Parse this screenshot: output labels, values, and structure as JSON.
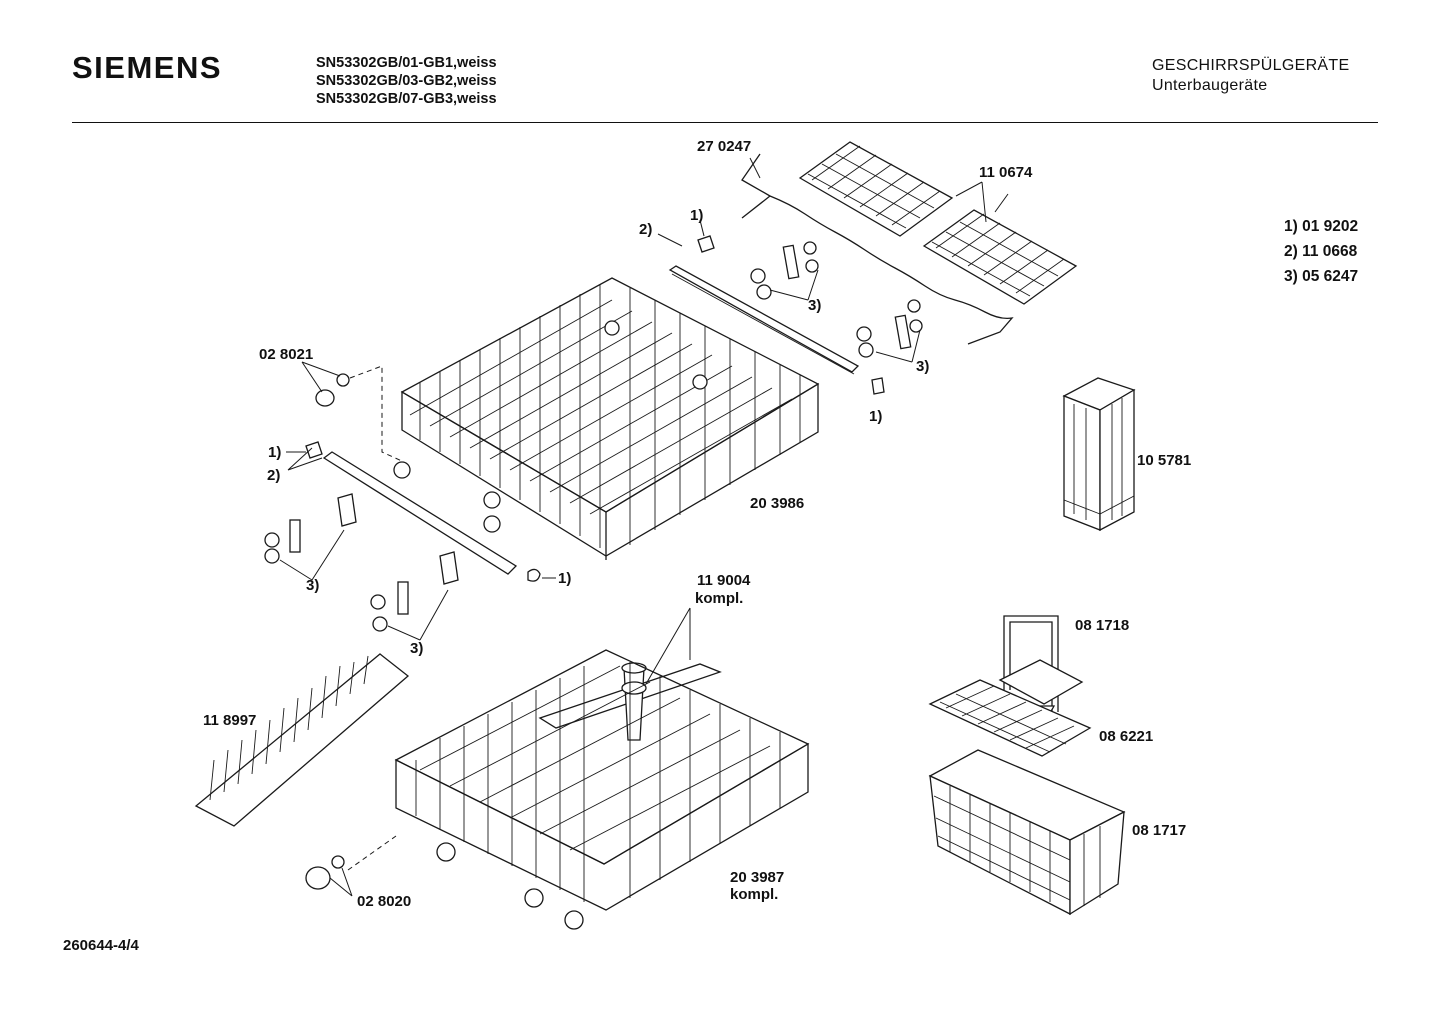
{
  "header": {
    "brand": "SIEMENS",
    "models": [
      "SN53302GB/01-GB1,weiss",
      "SN53302GB/03-GB2,weiss",
      "SN53302GB/07-GB3,weiss"
    ],
    "category": "GESCHIRRSPÜLGERÄTE",
    "subcategory": "Unterbaugeräte"
  },
  "legend": [
    "1) 01 9202",
    "2) 11 0668",
    "3) 05 6247"
  ],
  "parts": {
    "p270247": "27 0247",
    "p110674": "11 0674",
    "p028021": "02 8021",
    "p203986": "20 3986",
    "p105781": "10 5781",
    "p119004_a": "11 9004",
    "p119004_b": "kompl.",
    "p081718": "08 1718",
    "p118997": "11 8997",
    "p086221": "08 6221",
    "p081717": "08 1717",
    "p203987_a": "20 3987",
    "p203987_b": "kompl.",
    "p028020": "02 8020"
  },
  "callouts": {
    "c1_top": "1)",
    "c2_top": "2)",
    "c3_upper": "3)",
    "c3_right": "3)",
    "c1_right": "1)",
    "c1_left": "1)",
    "c2_left": "2)",
    "c3_left_a": "3)",
    "c3_left_b": "3)",
    "c1_clip": "1)"
  },
  "footer": {
    "document_number": "260644-4/4"
  }
}
